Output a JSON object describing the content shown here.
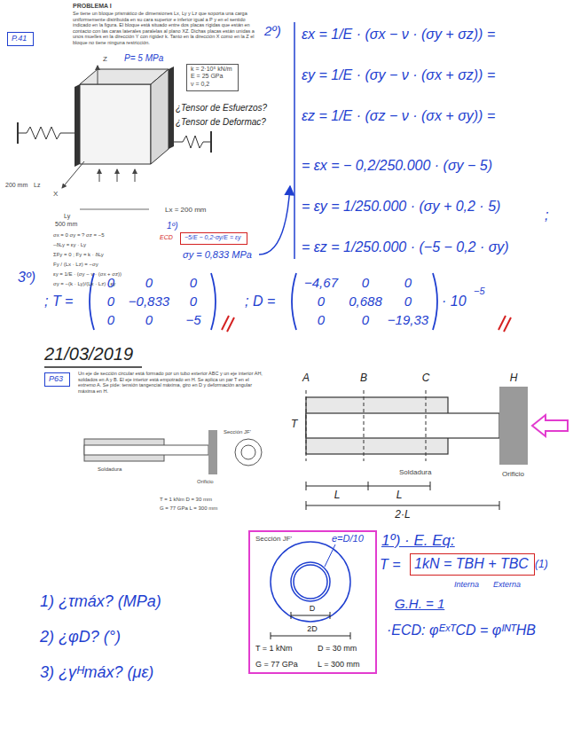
{
  "diagram": {
    "nodes": [
      {
        "text": [
          "P.41"
        ]
      },
      {
        "text": [
          "k = 2·10⁵ kN/m",
          "E = 25 GPa",
          "ν = 0,2"
        ]
      },
      {
        "text": [
          "−5/E − 0,2·σy/E = εy"
        ]
      },
      {
        "text": [
          "P63"
        ]
      },
      {
        "text": [
          "Sección JF'",
          "e=D/10",
          "D",
          "2D",
          "T = 1 kNm",
          "D = 30 mm",
          "G = 77 GPa",
          "L = 300 mm"
        ]
      },
      {
        "text": [
          "1kN = TBH + TBC"
        ]
      }
    ],
    "labels": [
      "PROBLEMA I",
      "Se tiene un bloque prismático de dimensiones Lx, Ly y Lz que soporta una carga uniformemente distribuida en su cara superior e inferior igual a P y en el sentido indicado en la figura. El bloque está situado entre dos placas rígidas que están en contacto con las caras laterales paralelas al plano XZ. Dichas placas están unidas a unos muelles en la dirección Y con rigidez k. Tanto en la dirección X como en la Z el bloque no tiene ninguna restricción.",
      "Z",
      "P= 5 MPa",
      "¿Tensor de Esfuerzos?",
      "¿Tensor de Deformac?",
      "200 mm",
      "Lz",
      "X",
      "Ly",
      "500 mm",
      "Lx = 200 mm",
      "1º)",
      "ECD",
      "σy = 0,833 MPa",
      "σx = 0    σy = ?    σz = −5",
      "−δLy = εy · Ly",
      "ΣFy = 0 ;   Fy = k · δLy",
      "Fy / (Lx · Lz) = −σy",
      "εy = 1/E · (σy − ν · (σx + σz))",
      "σy = −(k · Ly)/(Lx · Lz) · εy",
      "2º)",
      "εx = 1/E · (σx − ν · (σy + σz)) =",
      "εy = 1/E · (σy − ν · (σx + σz)) =",
      "εz = 1/E · (σz − ν · (σx + σy)) =",
      "= εx = − 0,2/250.000 · (σy − 5)",
      "= εy = 1/250.000 · (σy + 0,2 · 5)",
      ";",
      "= εz = 1/250.000 · (−5 − 0,2 · σy)",
      "3º)",
      "; T =",
      "0",
      "0",
      "0",
      "0",
      "−0,833",
      "0",
      "0",
      "0",
      "−5",
      "; D =",
      "−4,67",
      "0",
      "0",
      "0",
      "0,688",
      "0",
      "0",
      "0",
      "−19,33",
      "· 10",
      "−5",
      "21/03/2019",
      "Un eje de sección circular está formado por un tubo exterior ABC y un eje interior AH, soldados en A y B. El eje interior está empotrado en H. Se aplica un par T en el extremo A. Se pide: tensión tangencial máxima, giro en D y deformación angular máxima en H.",
      "A",
      "B",
      "C",
      "H",
      "T",
      "Soldadura",
      "Orificio",
      "L",
      "L",
      "2·L",
      "Soldadura",
      "Orificio",
      "Sección JF'",
      "T = 1 kNm   D = 30 mm",
      "G = 77 GPa   L = 300 mm",
      "1) ¿τmáx? (MPa)",
      "2) ¿φD? (°)",
      "3) ¿γᴴmáx? (με)",
      "1º) · E. Eq:",
      "T =",
      "(1)",
      "Interna",
      "Externa",
      "G.H. = 1",
      "·ECD: φᴱˣᵀCD = φᴵᴺᵀHB"
    ]
  }
}
